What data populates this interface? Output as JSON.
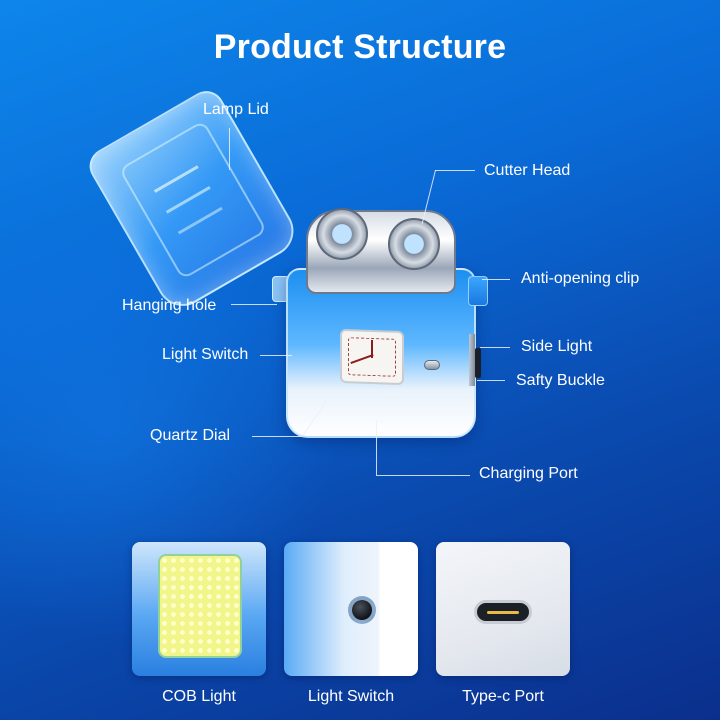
{
  "title": "Product Structure",
  "colors": {
    "background_top": "#0d86ea",
    "background_bottom": "#0b2f8c",
    "text": "#ffffff",
    "callout_line": "#ebf0ff"
  },
  "callouts": {
    "lamp_lid": "Lamp Lid",
    "cutter_head": "Cutter Head",
    "anti_opening_clip": "Anti-opening clip",
    "hanging_hole": "Hanging hole",
    "light_switch": "Light Switch",
    "side_light": "Side Light",
    "safty_buckle": "Safty Buckle",
    "quartz_dial": "Quartz Dial",
    "charging_port": "Charging Port"
  },
  "thumbnails": [
    {
      "caption": "COB Light",
      "icon": "cob-light-panel"
    },
    {
      "caption": "Light Switch",
      "icon": "round-push-button"
    },
    {
      "caption": "Type-c Port",
      "icon": "usb-c-port"
    }
  ]
}
